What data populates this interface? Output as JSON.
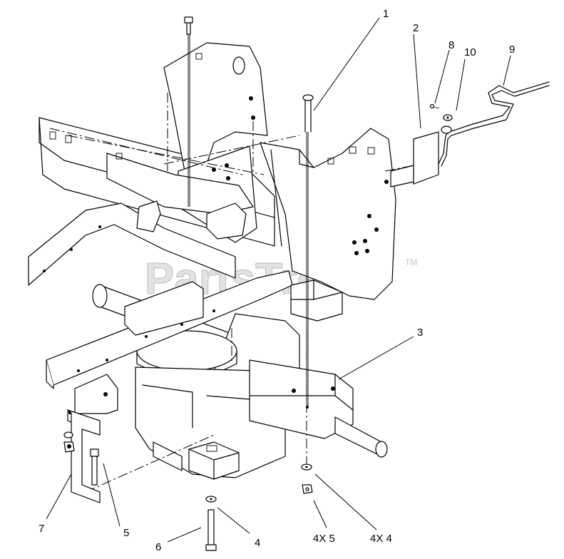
{
  "watermark": {
    "text": "PartsTree",
    "trademark": "TM"
  },
  "callouts": [
    {
      "id": "c1",
      "label": "1"
    },
    {
      "id": "c2",
      "label": "2"
    },
    {
      "id": "c8",
      "label": "8"
    },
    {
      "id": "c10",
      "label": "10"
    },
    {
      "id": "c9",
      "label": "9"
    },
    {
      "id": "c3",
      "label": "3"
    },
    {
      "id": "c7",
      "label": "7"
    },
    {
      "id": "c5",
      "label": "5"
    },
    {
      "id": "c6",
      "label": "6"
    },
    {
      "id": "c4",
      "label": "4"
    },
    {
      "id": "c4x5",
      "label": "4X 5"
    },
    {
      "id": "c4x4",
      "label": "4X 4"
    }
  ]
}
